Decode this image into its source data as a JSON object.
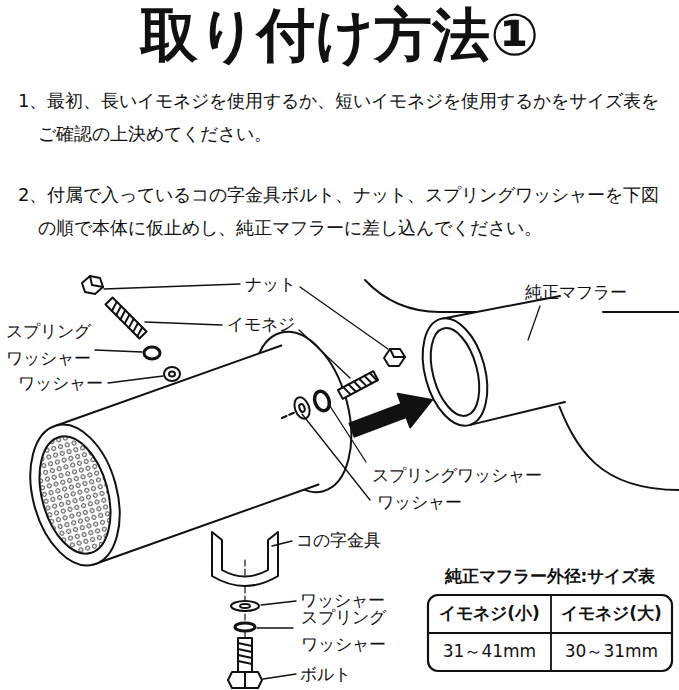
{
  "diagram": {
    "title": "取り付け方法①",
    "labels": [
      "1、最初、長いイモネジを使用するか、短いイモネジを使用するかをサイズ表をご確認の上決めてください。",
      "2、付属で入っているコの字金具ボルト、ナット、スプリングワッシャーを下図の順で本体に仮止めし、純正マフラーに差し込んでください。",
      "ナット",
      "イモネジ",
      "スプリング ワッシャー",
      "ワッシャー",
      "純正マフラー",
      "スプリングワッシャー",
      "ワッシャー",
      "コの字金具",
      "ワッシャー",
      "スプリング ワッシャー",
      "ボルト",
      "純正マフラー外径:サイズ表",
      "イモネジ(小)",
      "イモネジ(大)",
      "31～41mm",
      "30～31mm"
    ]
  }
}
